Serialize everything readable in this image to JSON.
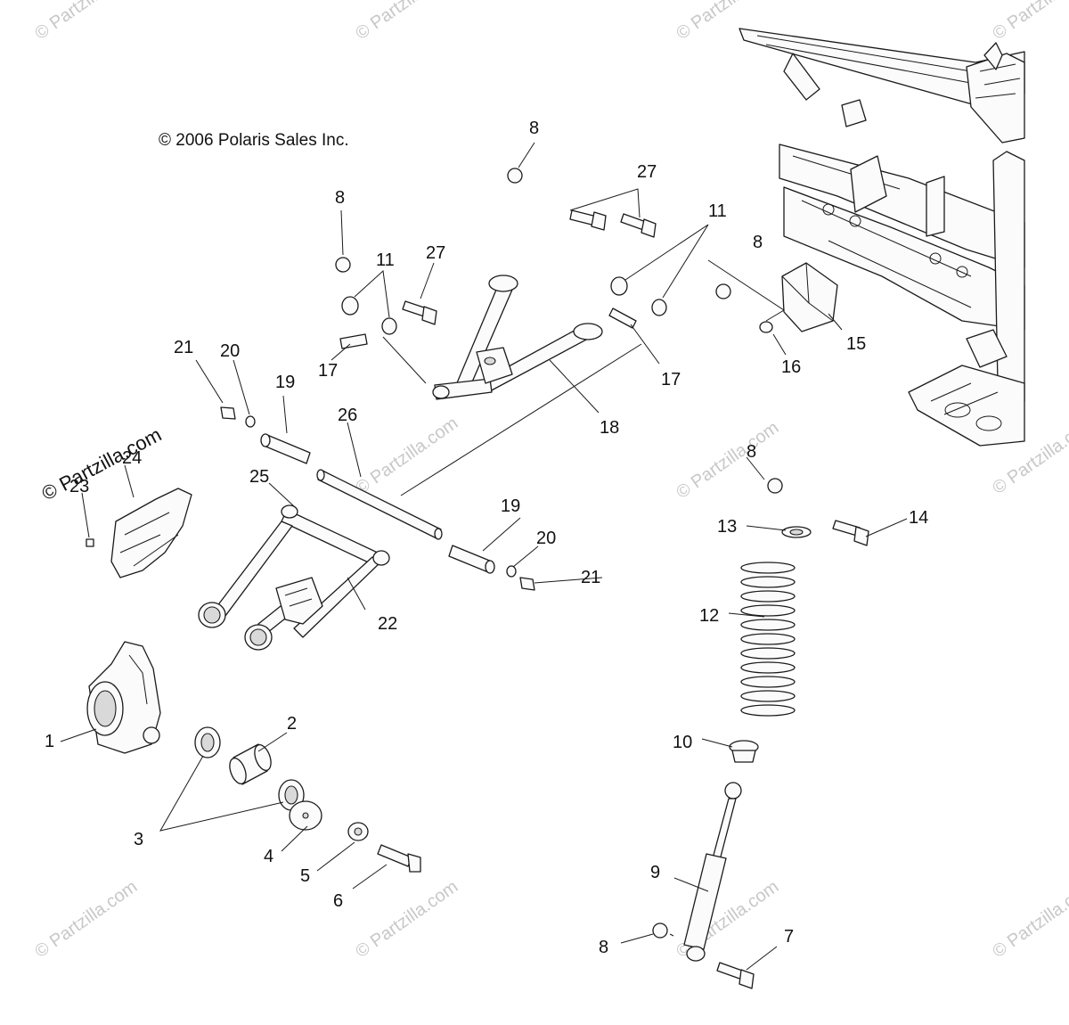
{
  "copyright": "© 2006 Polaris Sales Inc.",
  "watermark": "© Partzilla.com",
  "watermark_large": "© Partzilla.com",
  "callouts": {
    "c1": "1",
    "c2": "2",
    "c3": "3",
    "c4": "4",
    "c5": "5",
    "c6": "6",
    "c7": "7",
    "c8a": "8",
    "c8b": "8",
    "c8c": "8",
    "c8d": "8",
    "c8e": "8",
    "c9": "9",
    "c10": "10",
    "c11a": "11",
    "c11b": "11",
    "c12": "12",
    "c13": "13",
    "c14": "14",
    "c15": "15",
    "c16": "16",
    "c17a": "17",
    "c17b": "17",
    "c18": "18",
    "c19a": "19",
    "c19b": "19",
    "c20a": "20",
    "c20b": "20",
    "c21a": "21",
    "c21b": "21",
    "c22": "22",
    "c23": "23",
    "c24": "24",
    "c25": "25",
    "c26": "26",
    "c27a": "27",
    "c27b": "27"
  }
}
